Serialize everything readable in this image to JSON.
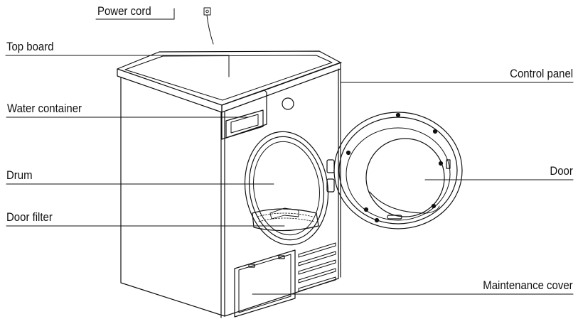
{
  "labels": {
    "power_cord": "Power cord",
    "top_board": "Top  board",
    "water_container": "Water container",
    "drum": "Drum",
    "door_filter": "Door filter",
    "control_panel": "Control panel",
    "door": "Door",
    "maintenance_cover": "Maintenance cover"
  }
}
